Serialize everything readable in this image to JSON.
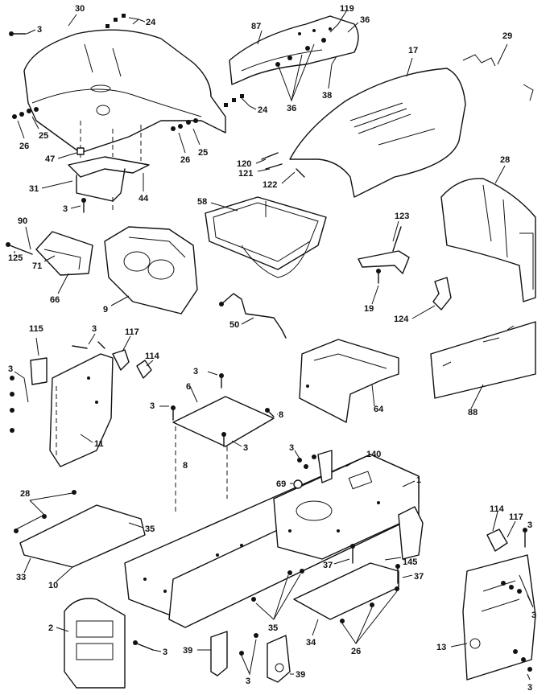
{
  "labels": {
    "p3a": "3",
    "p30": "30",
    "p24a": "24",
    "p26a": "26",
    "p25a": "25",
    "p24b": "24",
    "p26b": "26",
    "p25b": "25",
    "p47": "47",
    "p31": "31",
    "p44": "44",
    "p3b": "3",
    "p87": "87",
    "p119": "119",
    "p36a": "36",
    "p36b": "36",
    "p38": "38",
    "p17": "17",
    "p29": "29",
    "p120": "120",
    "p121": "121",
    "p122": "122",
    "p58": "58",
    "p28": "28",
    "p90": "90",
    "p125": "125",
    "p71": "71",
    "p66": "66",
    "p9": "9",
    "p123": "123",
    "p19": "19",
    "p124": "124",
    "p50": "50",
    "p115": "115",
    "p3c": "3",
    "p117a": "117",
    "p114a": "114",
    "p3d": "3",
    "p11": "11",
    "p3e": "3",
    "p6": "6",
    "p3f": "3",
    "p8a": "8",
    "p3g": "3",
    "p64": "64",
    "p88": "88",
    "p8b": "8",
    "p3h": "3",
    "p140": "140",
    "p69": "69",
    "p1": "1",
    "p28b": "28",
    "p35a": "35",
    "p33": "33",
    "p10": "10",
    "p2": "2",
    "p3i": "3",
    "p37a": "37",
    "p145": "145",
    "p37b": "37",
    "p35b": "35",
    "p34": "34",
    "p26c": "26",
    "p39a": "39",
    "p3j": "3",
    "p39b": "39",
    "p114b": "114",
    "p117b": "117",
    "p3k": "3",
    "p3l": "3",
    "p13": "13",
    "p3m": "3"
  }
}
